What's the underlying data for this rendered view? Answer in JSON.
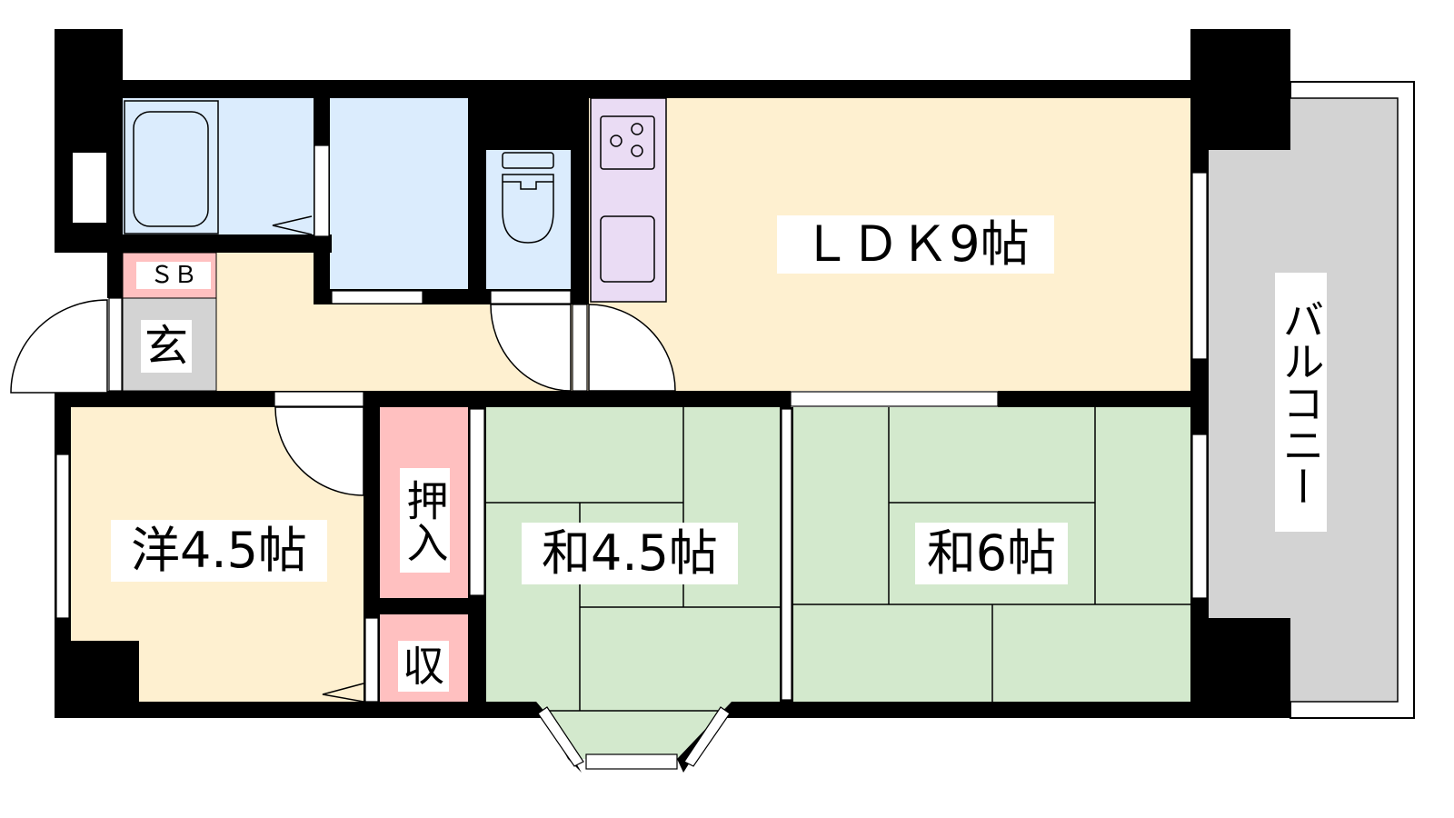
{
  "colors": {
    "wall": "#000000",
    "wet_area": "#dbecfd",
    "kitchen": "#eadcf4",
    "flooring": "#fef0d0",
    "tatami": "#d3e9cd",
    "storage": "#ffc0c0",
    "entrance": "#d3d3d3",
    "balcony": "#d3d3d3"
  },
  "rooms": {
    "ldk": "ＬＤＫ9帖",
    "western": "洋4.5帖",
    "japanese_small": "和4.5帖",
    "japanese_large": "和6帖",
    "closet": "押入",
    "storage": "収",
    "entrance": "玄",
    "shoe_box": "ＳＢ",
    "balcony": "バルコニー"
  }
}
